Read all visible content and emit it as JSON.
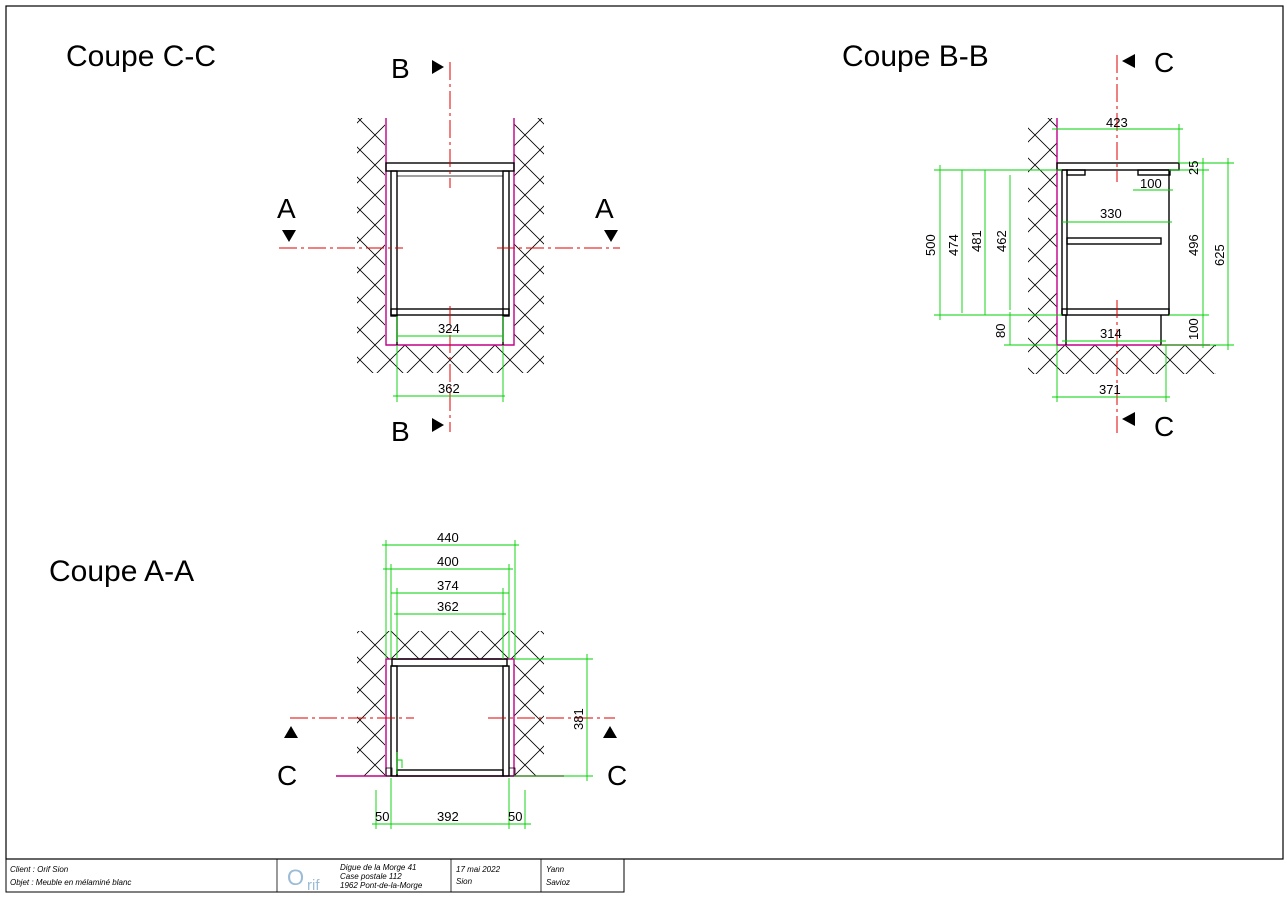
{
  "sections": {
    "cc": {
      "title": "Coupe C-C",
      "marker_top": "B",
      "marker_bottom": "B",
      "marker_left": "A",
      "marker_right": "A",
      "dims": {
        "inner": "324",
        "outer": "362"
      }
    },
    "bb": {
      "title": "Coupe B-B",
      "marker_top": "C",
      "marker_bottom": "C",
      "dims": {
        "d423": "423",
        "d25": "25",
        "d100a": "100",
        "d330": "330",
        "d500": "500",
        "d474": "474",
        "d481": "481",
        "d462": "462",
        "d496": "496",
        "d625": "625",
        "d80": "80",
        "d314": "314",
        "d100b": "100",
        "d371": "371"
      }
    },
    "aa": {
      "title": "Coupe A-A",
      "marker_left": "C",
      "marker_right": "C",
      "dims": {
        "d440": "440",
        "d400": "400",
        "d374": "374",
        "d362": "362",
        "d381": "381",
        "d50a": "50",
        "d392": "392",
        "d50b": "50"
      }
    }
  },
  "title_block": {
    "client": "Client : Orif Sion",
    "objet": "Objet : Meuble en mélaminé blanc",
    "logo_o": "O",
    "logo_rif": "rif",
    "address_line1": "Digue de la Morge 41",
    "address_line2": "Case postale 112",
    "address_line3": "1962 Pont-de-la-Morge",
    "date": "17 mai 2022",
    "place": "Sion",
    "author_first": "Yann",
    "author_last": "Savioz"
  },
  "colors": {
    "wall": "#c0008a",
    "dimension": "#00d000",
    "axis": "#e00000",
    "ink": "#000000",
    "logo": "#9bbbd6"
  }
}
